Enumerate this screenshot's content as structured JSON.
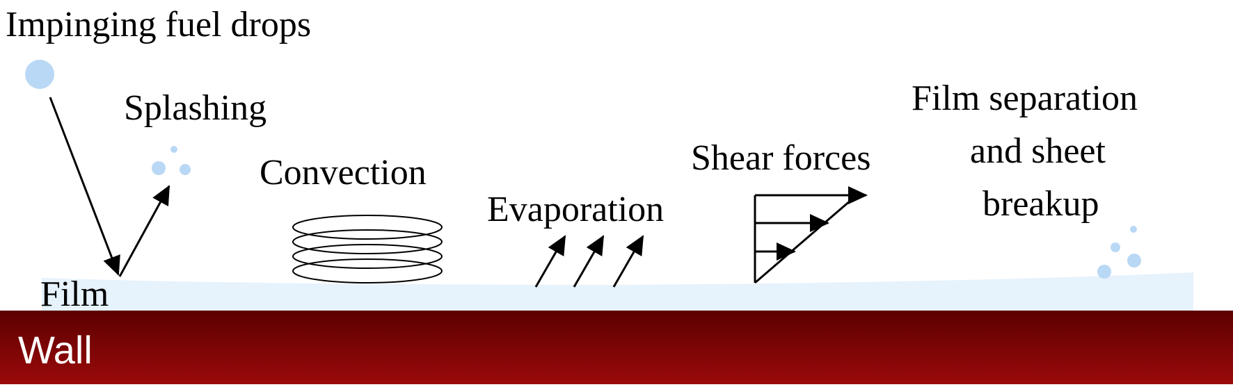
{
  "labels": {
    "impinging": "Impinging fuel drops",
    "splashing": "Splashing",
    "convection": "Convection",
    "evaporation": "Evaporation",
    "shear": "Shear forces",
    "separation_1": "Film separation",
    "separation_2": "and sheet",
    "separation_3": "breakup",
    "film": "Film",
    "wall": "Wall"
  },
  "colors": {
    "film": "#e6f2fc",
    "drop": "#b9d8f5",
    "wall_dark": "#5c0000",
    "wall_light": "#9b0a0a",
    "ink": "#000000"
  }
}
